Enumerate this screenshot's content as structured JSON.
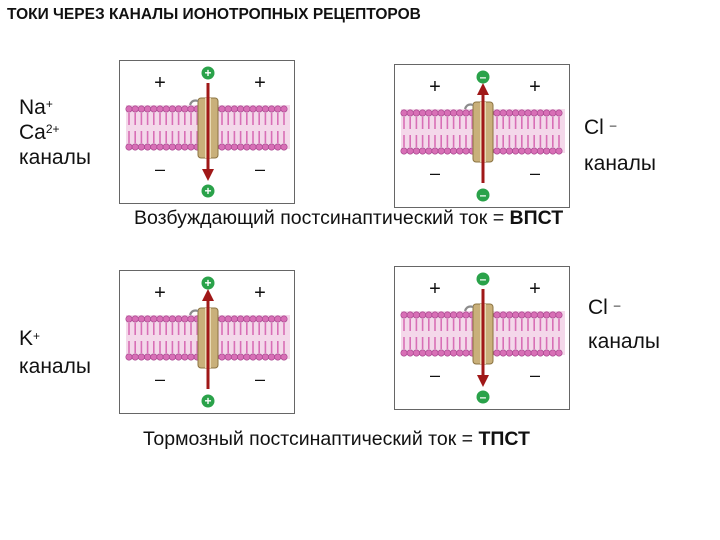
{
  "title": "ТОКИ ЧЕРЕЗ КАНАЛЫ ИОНОТРОПНЫХ РЕЦЕПТОРОВ",
  "labels": {
    "na_line1": "Na",
    "na_line1_sup": "+",
    "ca_line2": "Ca",
    "ca_line2_sup": "2+",
    "nac_line3": "каналы",
    "cl1_line1": "Cl",
    "cl1_line1_sup": "–",
    "cl1_line2": "каналы",
    "k_line1": "K",
    "k_line1_sup": "+",
    "k_line2": "каналы",
    "cl2_line1": "Cl",
    "cl2_line1_sup": "–",
    "cl2_line2": "каналы"
  },
  "captions": {
    "epsc_text": "Возбуждающий постсинаптический ток = ",
    "epsc_abbr": "ВПСТ",
    "ipsc_text": "Тормозный постсинаптический ток = ",
    "ipsc_abbr": "ТПСТ"
  },
  "panels": [
    {
      "id": "na-ca",
      "plus": "+",
      "minus": "–",
      "arrow": "down",
      "ion_top": "+",
      "ion_bottom": "+",
      "ion_color": "#2aa24a"
    },
    {
      "id": "cl-1",
      "plus": "+",
      "minus": "–",
      "arrow": "up",
      "ion_top": "–",
      "ion_bottom": "–",
      "ion_color": "#2aa24a"
    },
    {
      "id": "k",
      "plus": "+",
      "minus": "–",
      "arrow": "up",
      "ion_top": "+",
      "ion_bottom": "+",
      "ion_color": "#2aa24a"
    },
    {
      "id": "cl-2",
      "plus": "+",
      "minus": "–",
      "arrow": "down",
      "ion_top": "–",
      "ion_bottom": "–",
      "ion_color": "#2aa24a"
    }
  ],
  "colors": {
    "membrane": "#d86fb6",
    "membrane_dark": "#a3418a",
    "channel": "#c9b07a",
    "arrow": "#a01818"
  }
}
